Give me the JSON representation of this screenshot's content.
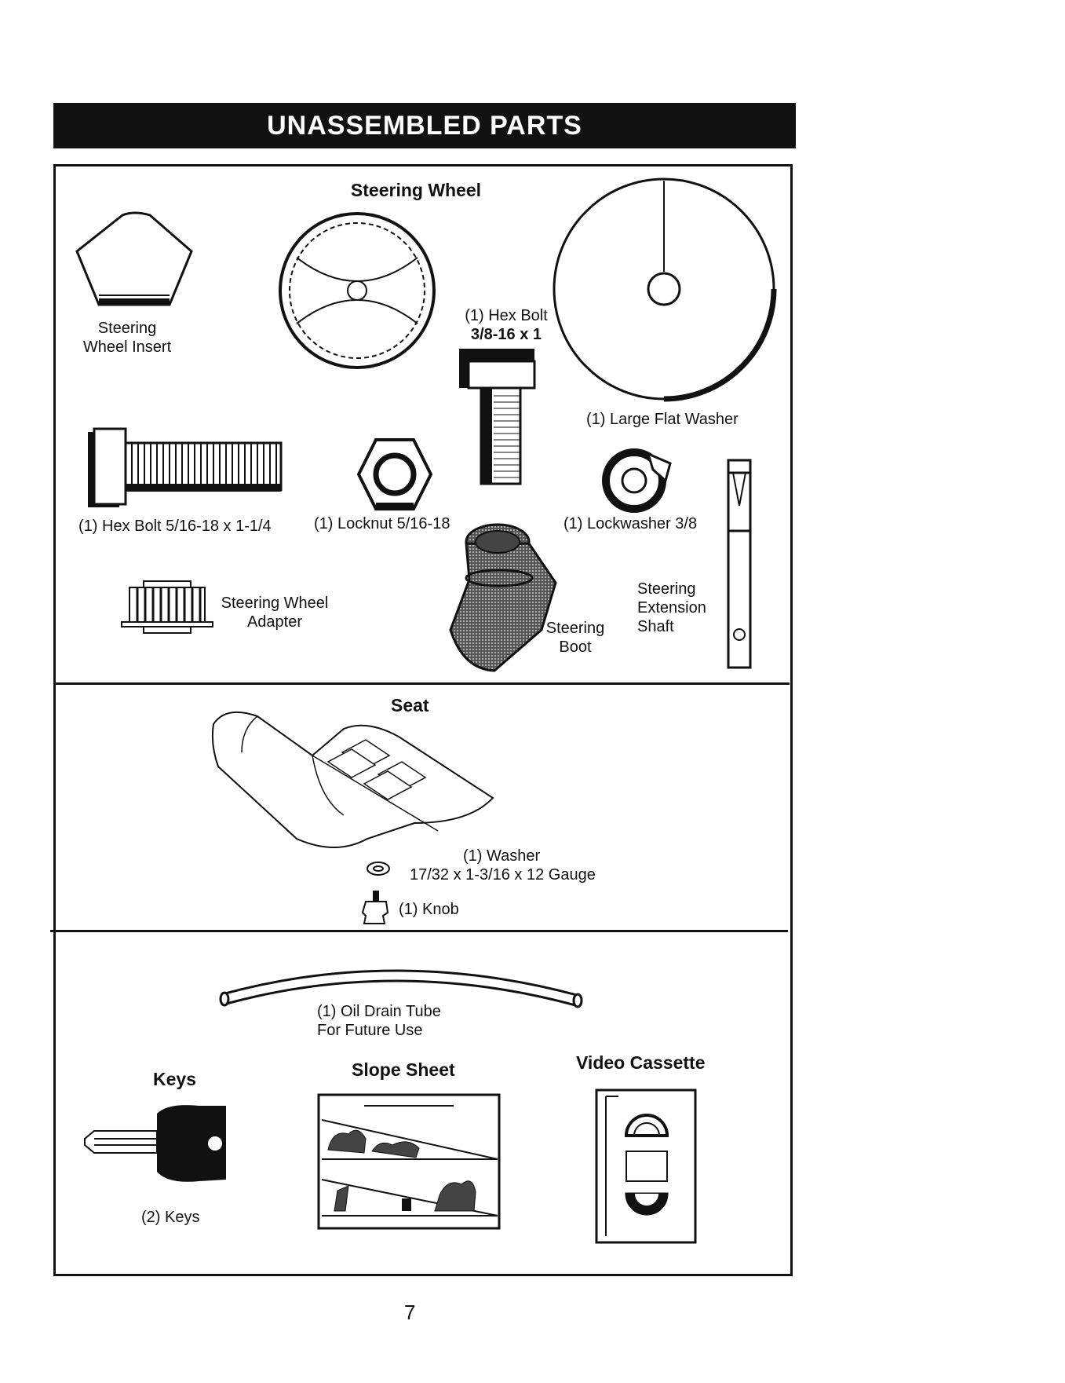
{
  "page_title": "UNASSEMBLED PARTS",
  "page_number": "7",
  "steering": {
    "heading": "Steering Wheel",
    "wheel_insert": [
      "Steering",
      "Wheel Insert"
    ],
    "hex_bolt_large": [
      "(1) Hex Bolt",
      "3/8-16 x 1"
    ],
    "large_flat_washer": "(1) Large Flat Washer",
    "hex_bolt_small": "(1) Hex Bolt  5/16-18 x 1-1/4",
    "locknut": "(1) Locknut  5/16-18",
    "lockwasher": "(1) Lockwasher  3/8",
    "wheel_adapter": [
      "Steering Wheel",
      "Adapter"
    ],
    "boot": [
      "Steering",
      "Boot"
    ],
    "extension_shaft": [
      "Steering",
      "Extension",
      "Shaft"
    ]
  },
  "seat": {
    "heading": "Seat",
    "washer": [
      "(1) Washer",
      "17/32 x 1-3/16 x 12 Gauge"
    ],
    "knob": "(1) Knob"
  },
  "misc": {
    "oil_drain_tube": [
      "(1) Oil Drain Tube",
      "For Future Use"
    ],
    "keys_heading": "Keys",
    "keys_label": "(2) Keys",
    "slope_sheet_heading": "Slope Sheet",
    "video_heading": "Video Cassette"
  }
}
